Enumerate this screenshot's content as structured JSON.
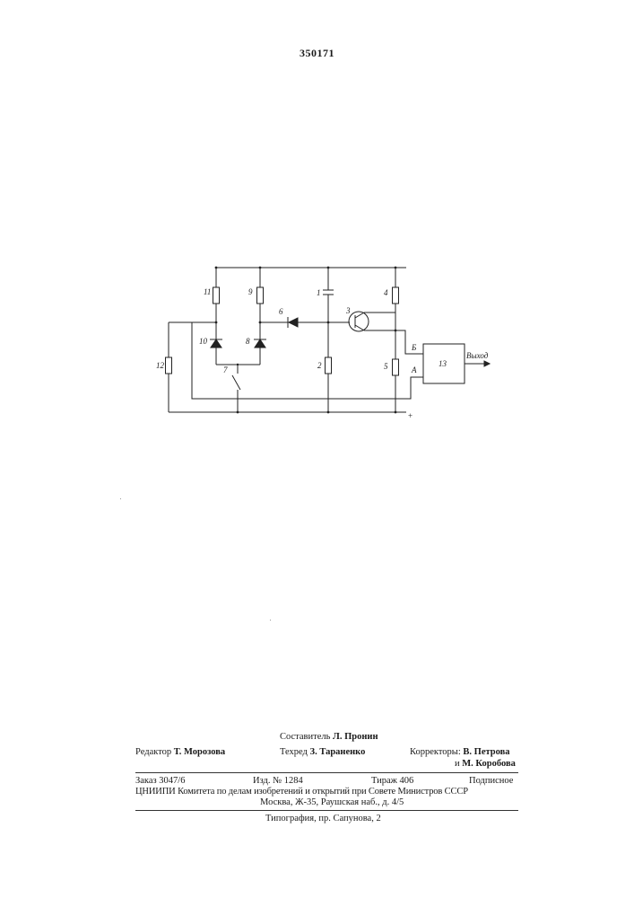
{
  "page_number": "350171",
  "diagram": {
    "labels": {
      "r11": "11",
      "r9": "9",
      "c1": "1",
      "r4": "4",
      "d6": "6",
      "t3": "3",
      "d10": "10",
      "d8": "8",
      "sw7": "7",
      "r2": "2",
      "r5": "5",
      "r12": "12",
      "in_b": "Б",
      "in_a": "А",
      "block13": "13",
      "output": "Выход",
      "plus": "+"
    }
  },
  "credits": {
    "composer_label": "Составитель",
    "composer_name": "Л. Пронин",
    "editor_label": "Редактор",
    "editor_name": "Т. Морозова",
    "techred_label": "Техред",
    "techred_name": "З. Тараненко",
    "correctors_label": "Корректоры:",
    "corrector1": "В. Петрова",
    "corrector2_prefix": "и",
    "corrector2": "М. Коробова",
    "order": "Заказ 3047/6",
    "edition": "Изд. № 1284",
    "circulation": "Тираж 406",
    "subscription": "Подписное",
    "org_line": "ЦНИИПИ Комитета по делам изобретений и открытий при Совете Министров СССР",
    "address_line": "Москва, Ж-35, Раушская наб., д. 4/5",
    "printing": "Типография, пр. Сапунова, 2"
  }
}
